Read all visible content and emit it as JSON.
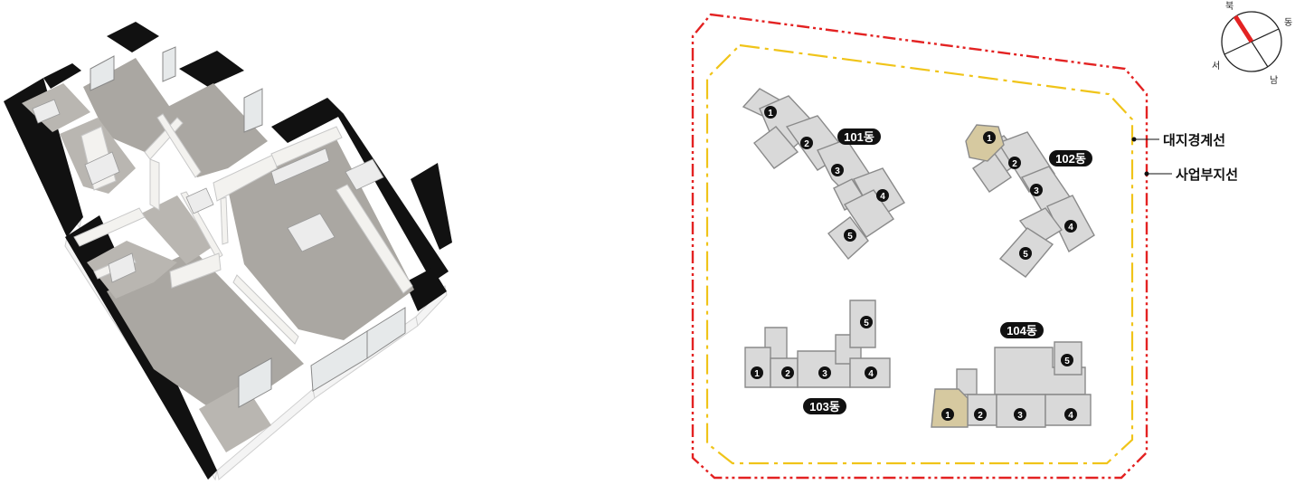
{
  "site_plan": {
    "legend": {
      "site_boundary": "대지경계선",
      "project_boundary": "사업부지선"
    },
    "colors": {
      "site_boundary": "#e32222",
      "project_boundary": "#f0c419",
      "highlighted_unit": "#d6c9a0"
    },
    "compass": {
      "north": "북",
      "east": "동",
      "south": "남",
      "west": "서"
    },
    "buildings": [
      {
        "label": "101동",
        "units": [
          "1",
          "2",
          "3",
          "4",
          "5"
        ],
        "highlighted_unit": ""
      },
      {
        "label": "102동",
        "units": [
          "1",
          "2",
          "3",
          "4",
          "5"
        ],
        "highlighted_unit": "1"
      },
      {
        "label": "103동",
        "units": [
          "1",
          "2",
          "3",
          "4",
          "5"
        ],
        "highlighted_unit": ""
      },
      {
        "label": "104동",
        "units": [
          "1",
          "2",
          "3",
          "4",
          "5"
        ],
        "highlighted_unit": "1"
      }
    ]
  },
  "floorplan": {
    "icon": "isometric-3d-floorplan"
  }
}
